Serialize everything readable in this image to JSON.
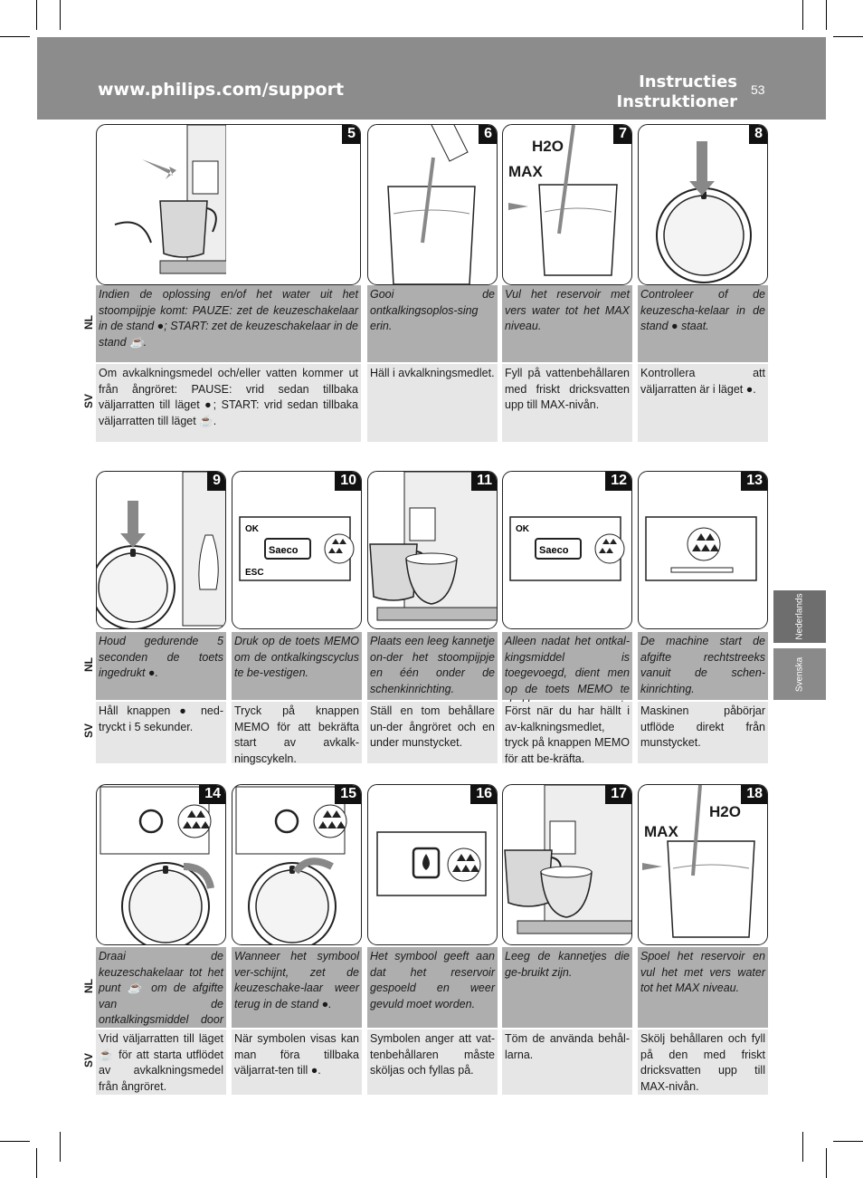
{
  "header": {
    "url": "www.philips.com/support",
    "title_nl": "Instructies",
    "title_sv": "Instruktioner",
    "page_number": "53"
  },
  "side_tabs": [
    "Nederlands",
    "Svenska"
  ],
  "lang_labels": {
    "nl": "NL",
    "sv": "SV"
  },
  "steps": [
    {
      "n": "5",
      "nl": "Indien de oplossing en/of het water uit het stoompijpje komt: PAUZE: zet de keuzeschakelaar in de stand ●; START: zet de keuzeschakelaar in de stand ☕.",
      "sv": "Om avkalkningsmedel och/eller vatten kommer ut från ångröret: PAUSE: vrid sedan tillbaka väljarratten till läget ●; START: vrid sedan tillbaka väljarratten till läget ☕."
    },
    {
      "n": "6",
      "nl": "Gooi de ontkalkingsoplos-sing erin.",
      "sv": "Häll i avkalkningsmedlet."
    },
    {
      "n": "7",
      "nl": "Vul het reservoir met vers water tot het MAX niveau.",
      "sv": "Fyll på vattenbehållaren med friskt dricksvatten upp till MAX-nivån.",
      "label_h2o": "H2O",
      "label_max": "MAX"
    },
    {
      "n": "8",
      "nl": "Controleer of de keuzescha-kelaar in de stand ● staat.",
      "sv": "Kontrollera att väljarratten är i läget ●."
    },
    {
      "n": "9",
      "nl": "Houd gedurende 5 seconden de toets ingedrukt ●.",
      "sv": "Håll knappen ● ned-tryckt i 5 sekunder."
    },
    {
      "n": "10",
      "nl": "Druk op de toets MEMO om de ontkalkingscyclus te be-vestigen.",
      "sv": "Tryck på knappen MEMO för att bekräfta start av avkalk-ningscykeln.",
      "display_ok": "OK",
      "display_esc": "ESC",
      "display_brand": "Saeco"
    },
    {
      "n": "11",
      "nl": "Plaats een leeg kannetje on-der het stoompijpje en één onder de schenkinrichting.",
      "sv": "Ställ en tom behållare un-der ångröret och en under munstycket."
    },
    {
      "n": "12",
      "nl": "Alleen nadat het ontkal-kingsmiddel is toegevoegd, dient men op de toets MEMO te drukken om te bevestigen",
      "sv": "Först när du har hällt i av-kalkningsmedlet, tryck på knappen MEMO för att be-kräfta.",
      "display_ok": "OK",
      "display_brand": "Saeco"
    },
    {
      "n": "13",
      "nl": "De machine start de afgifte rechtstreeks vanuit de schen-kinrichting.",
      "sv": "Maskinen påbörjar utflöde direkt från munstycket."
    },
    {
      "n": "14",
      "nl": "Draai de keuzeschakelaar tot het punt ☕ om de afgifte van de ontkalkingsmiddel door het stoompijpje te starten.",
      "sv": "Vrid väljarratten till läget ☕ för att starta utflödet av avkalkningsmedel från ångröret."
    },
    {
      "n": "15",
      "nl": "Wanneer het symbool ver-schijnt, zet de keuzeschake-laar weer terug in de stand ●.",
      "sv": "När symbolen visas kan man föra tillbaka väljarrat-ten till ●."
    },
    {
      "n": "16",
      "nl": "Het symbool geeft aan dat het reservoir gespoeld en weer gevuld moet worden.",
      "sv": "Symbolen anger att vat-tenbehållaren måste sköljas och fyllas på."
    },
    {
      "n": "17",
      "nl": "Leeg de kannetjes die ge-bruikt zijn.",
      "sv": "Töm de använda behål-larna."
    },
    {
      "n": "18",
      "nl": "Spoel het reservoir en vul het met vers water tot het MAX niveau.",
      "sv": "Skölj behållaren och fyll på den med friskt dricksvatten upp till MAX-nivån.",
      "label_h2o": "H2O",
      "label_max": "MAX"
    }
  ]
}
